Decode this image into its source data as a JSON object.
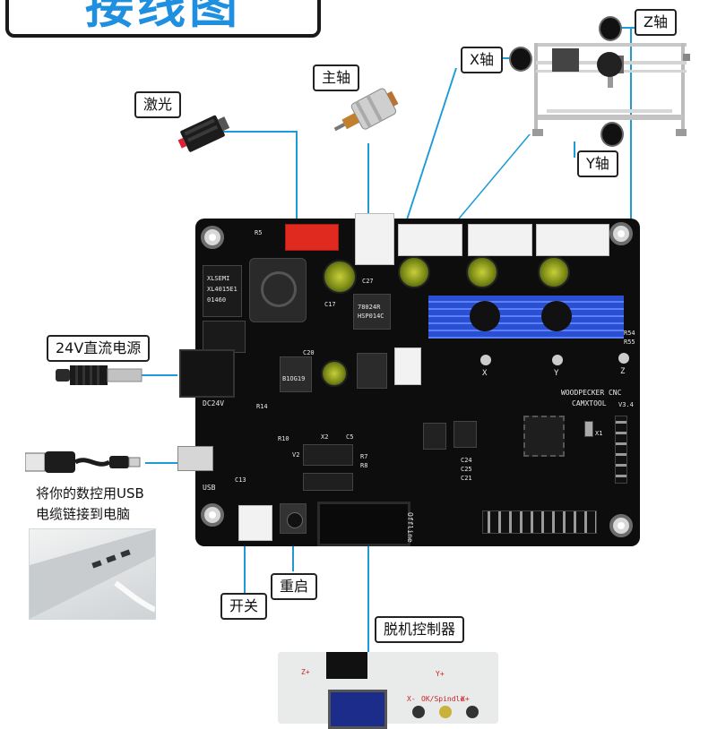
{
  "title": "接线图",
  "labels": {
    "laser": "激光",
    "spindle": "主轴",
    "x_axis": "X轴",
    "y_axis": "Y轴",
    "z_axis": "Z轴",
    "power": "24V直流电源",
    "usb_desc_line1": "将你的数控用USB",
    "usb_desc_line2": "电缆链接到电脑",
    "switch": "开关",
    "reset": "重启",
    "offline_controller": "脱机控制器"
  },
  "board": {
    "brand_line1": "WOODPECKER CNC",
    "brand_line2": "CAMXTOOL",
    "version": "V3.4",
    "dc_label": "DC24V",
    "usb_label": "USB",
    "offline_label": "Offline",
    "chip1_line1": "XLSEMI",
    "chip1_line2": "XL4015E1",
    "chip1_line3": "01460",
    "reg_line1": "78024R",
    "reg_line2": "HSP014C",
    "bridge_line1": "B1OG19",
    "silk_r5": "R5",
    "silk_c17": "C17",
    "silk_c27": "C27",
    "silk_r10": "R10",
    "silk_v2": "V2",
    "silk_c5": "C5",
    "silk_x2": "X2",
    "silk_x": "X",
    "silk_y": "Y",
    "silk_z": "Z",
    "silk_r54": "R54",
    "silk_r55": "R55",
    "silk_c24": "C24",
    "silk_c25": "C25",
    "silk_x1": "X1",
    "silk_r7": "R7",
    "silk_r8": "R8",
    "silk_r14": "R14",
    "silk_c13": "C13",
    "silk_c20": "C20",
    "silk_c21": "C21"
  },
  "offline_buttons": {
    "z_plus": "Z+",
    "y_plus": "Y+",
    "x_minus": "X-",
    "ok_spindle": "OK/Spindle",
    "x_plus": "X+"
  },
  "colors": {
    "wire": "#1e9bd7",
    "title": "#1f8fe0",
    "heatsink": "#3b5fe0",
    "red_connector": "#e0291f"
  }
}
